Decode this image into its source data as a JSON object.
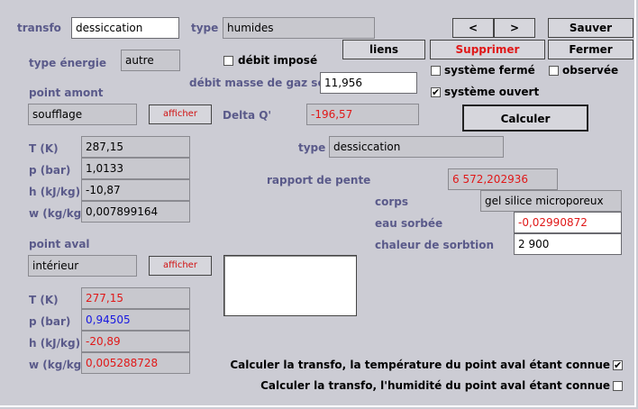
{
  "header": {
    "transfo_label": "transfo",
    "transfo_value": "dessiccation",
    "type_label": "type",
    "type_value": "humides"
  },
  "buttons": {
    "prev": "<",
    "next": ">",
    "sauver": "Sauver",
    "liens": "liens",
    "supprimer": "Supprimer",
    "fermer": "Fermer",
    "calculer": "Calculer",
    "afficher_amont": "afficher",
    "afficher_aval": "afficher"
  },
  "energy": {
    "label": "type énergie",
    "value": "autre",
    "debit_impose_label": "débit imposé",
    "debit_impose_checked": false,
    "debit_masse_label": "débit masse de gaz sec",
    "debit_masse_value": "11,956"
  },
  "system": {
    "ferme_label": "système fermé",
    "ferme_checked": false,
    "observee_label": "observée",
    "observee_checked": false,
    "ouvert_label": "système ouvert",
    "ouvert_checked": true
  },
  "amont": {
    "label": "point amont",
    "value": "soufflage",
    "delta_label": "Delta Q'",
    "delta_value": "-196,57",
    "rows": [
      {
        "label": "T (K)",
        "value": "287,15"
      },
      {
        "label": "p (bar)",
        "value": "1,0133"
      },
      {
        "label": "h (kJ/kg)",
        "value": "-10,87"
      },
      {
        "label": "w (kg/kg)",
        "value": "0,007899164"
      }
    ]
  },
  "process": {
    "type_label": "type",
    "type_value": "dessiccation",
    "rapport_label": "rapport de pente",
    "rapport_value": "6 572,202936",
    "corps_label": "corps",
    "corps_value": "gel silice microporeux",
    "eau_label": "eau sorbée",
    "eau_value": "-0,02990872",
    "chaleur_label": "chaleur de sorbtion",
    "chaleur_value": "2 900"
  },
  "aval": {
    "label": "point aval",
    "value": "intérieur",
    "rows": [
      {
        "label": "T (K)",
        "value": "277,15"
      },
      {
        "label": "p (bar)",
        "value": "0,94505"
      },
      {
        "label": "h (kJ/kg)",
        "value": "-20,89"
      },
      {
        "label": "w (kg/kg)",
        "value": "0,005288728"
      }
    ]
  },
  "calc_options": {
    "temp_label": "Calculer la transfo, la température du point aval étant connue",
    "temp_checked": true,
    "hum_label": "Calculer la transfo, l'humidité du point aval étant connue",
    "hum_checked": false
  },
  "colors": {
    "label": "#5a5a8a",
    "red_value": "#e01818",
    "blue_value": "#1818e0",
    "background": "#ccccd4"
  }
}
